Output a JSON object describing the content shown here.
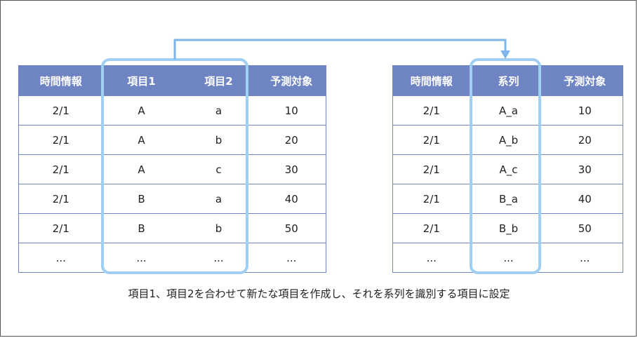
{
  "left_table": {
    "headers": [
      "時間情報",
      "項目1",
      "項目2",
      "予測対象"
    ],
    "rows": [
      [
        "2/1",
        "A",
        "a",
        "10"
      ],
      [
        "2/1",
        "A",
        "b",
        "20"
      ],
      [
        "2/1",
        "A",
        "c",
        "30"
      ],
      [
        "2/1",
        "B",
        "a",
        "40"
      ],
      [
        "2/1",
        "B",
        "b",
        "50"
      ],
      [
        "...",
        "...",
        "...",
        "..."
      ]
    ]
  },
  "right_table": {
    "headers": [
      "時間情報",
      "系列",
      "予測対象"
    ],
    "rows": [
      [
        "2/1",
        "A_a",
        "10"
      ],
      [
        "2/1",
        "A_b",
        "20"
      ],
      [
        "2/1",
        "A_c",
        "30"
      ],
      [
        "2/1",
        "B_a",
        "40"
      ],
      [
        "2/1",
        "B_b",
        "50"
      ],
      [
        "...",
        "...",
        "..."
      ]
    ]
  },
  "caption": "項目1、項目2を合わせて新たな項目を作成し、それを系列を識別する項目に設定",
  "colors": {
    "header_bg": "#6f85c3",
    "highlight": "#9fd0f3",
    "arrow": "#7fb6ea"
  }
}
